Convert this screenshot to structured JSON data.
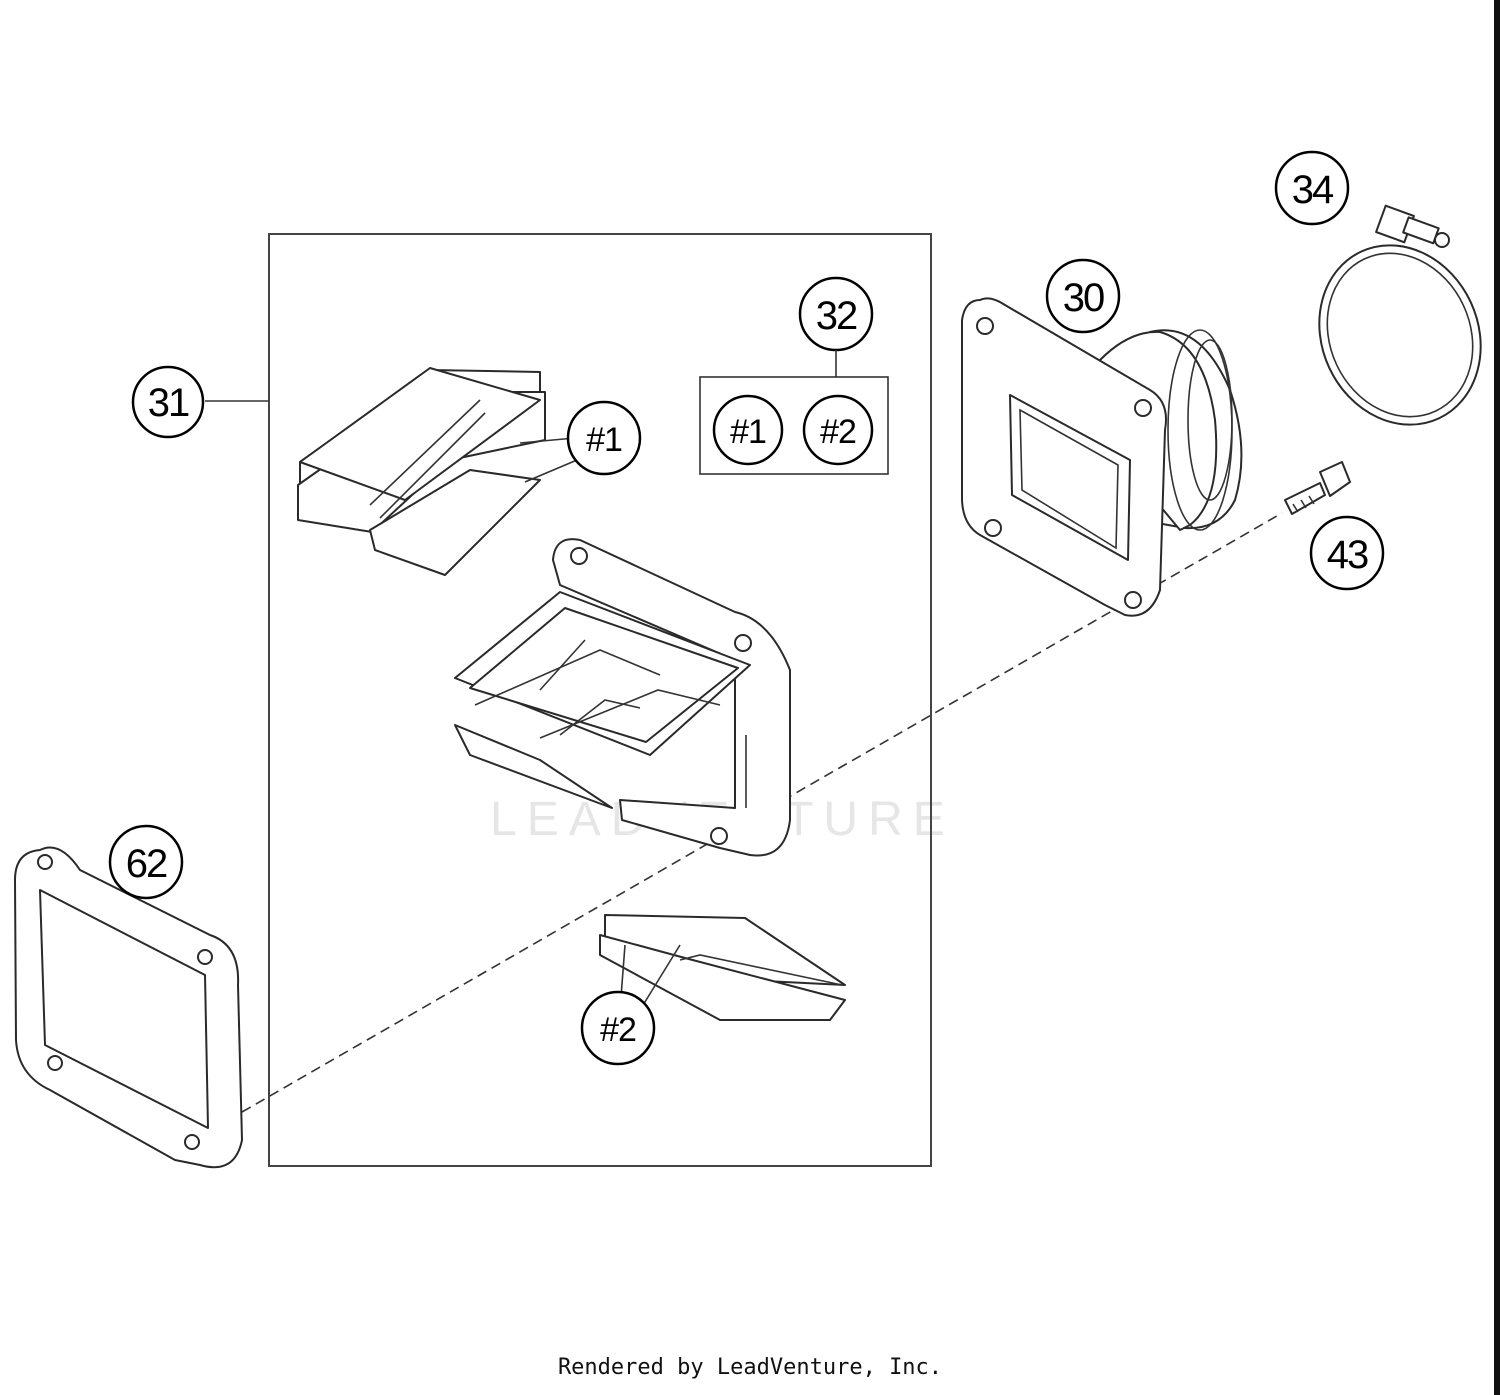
{
  "watermark": "LEADVENTURE",
  "footer": "Rendered by LeadVenture, Inc.",
  "callouts": {
    "c31": "31",
    "c32": "32",
    "c30": "30",
    "c34": "34",
    "c43": "43",
    "c62": "62",
    "c32_1": "#1",
    "c32_2": "#2",
    "reed1": "#1",
    "reed2": "#2"
  }
}
